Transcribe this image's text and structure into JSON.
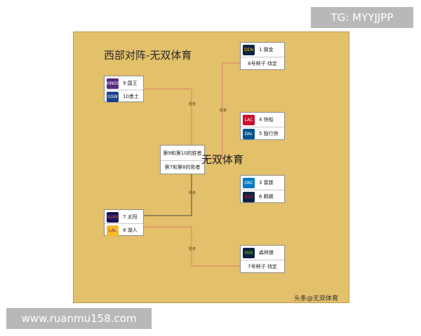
{
  "title": "西部对阵-无双体育",
  "watermark": "无双体育",
  "credit": "头条@无双体育",
  "tg_banner": "TG: MYYJJPP",
  "site_banner": "www.ruanmu158.com",
  "edge_labels": {
    "winner": "胜者",
    "loser": "败者"
  },
  "playin": {
    "left_top": {
      "team1": "9 国王",
      "team2": "10勇士",
      "logo1": "KINGS",
      "logo2": "GSW"
    },
    "left_bottom": {
      "team1": "7 太阳",
      "team2": "8 湖人",
      "logo1": "SUNS",
      "logo2": "LAL"
    },
    "middle": {
      "line1": "第9和第10的胜者",
      "line2": "第7和第8的败者"
    }
  },
  "seeds": {
    "nuggets": {
      "team": "1 掘金",
      "slot": "8号种子 待定",
      "logo": "DEN"
    },
    "clippers_mavs": {
      "team1": "4 快船",
      "team2": "5 独行侠",
      "logo1": "LAC",
      "logo2": "DAL"
    },
    "thunder_pelicans": {
      "team1": "3 雷霆",
      "team2": "6 鹈鹕",
      "logo1": "OKC",
      "logo2": "NOP"
    },
    "wolves": {
      "team": "森林狼",
      "slot": "7号种子 待定",
      "logo": "MIN"
    }
  },
  "colors": {
    "board": "#e3c06a",
    "line": "#d9826a",
    "kings": "#5a2d81",
    "warriors": "#1d428a",
    "suns": "#1d1160",
    "lakers": "#fdb927",
    "nuggets": "#0e2240",
    "clippers": "#c8102e",
    "mavs": "#00538c",
    "thunder": "#007ac1",
    "pelicans": "#0c2340",
    "wolves": "#0c2340"
  }
}
